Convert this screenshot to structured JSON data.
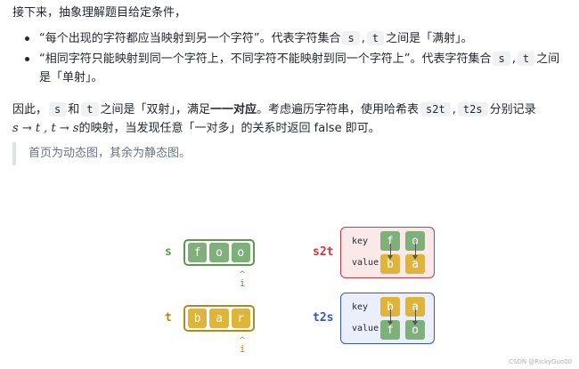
{
  "text": {
    "intro": "接下来，抽象理解题目给定条件，",
    "b1_part1": "“每个出现的字符都应当映射到另一个字符”。代表字符集合",
    "b1_s": "s",
    "b1_t": "t",
    "b1_part2": "之间是「满射」。",
    "b2_line1": "“相同字符只能映射到同一个字符上，不同字符不能映射到同一个字符上”。代表字符集合",
    "b2_s": "s",
    "b2_t": "t",
    "b2_tail": "之间",
    "b2_line2": "是「单射」。",
    "p_therefore": "因此，",
    "p_s": "s",
    "p_and": "和",
    "p_t": "t",
    "p_between": "之间是「双射」，满足",
    "p_bold": "一一对应",
    "p_rest": "。考虑遍历字符串，使用哈希表",
    "p_s2t": "s2t",
    "p_t2s": "t2s",
    "p_record": "分别记录",
    "p_math": "s → t , t → s",
    "p_line2": "的映射，当发现任意「一对多」的关系时返回 false 即可。",
    "quote": "首页为动态图，其余为静态图。",
    "watermark": "CSDN @RickyGuo00"
  },
  "figure": {
    "s_label": "s",
    "t_label": "t",
    "s_chars": [
      "f",
      "o",
      "o"
    ],
    "t_chars": [
      "b",
      "a",
      "r"
    ],
    "pointer_label": "i",
    "pointer_index": 2,
    "s2t": {
      "label": "s2t",
      "key_label": "key",
      "value_label": "value",
      "keys": [
        "f",
        "o"
      ],
      "values": [
        "b",
        "a"
      ]
    },
    "t2s": {
      "label": "t2s",
      "key_label": "key",
      "value_label": "value",
      "keys": [
        "b",
        "a"
      ],
      "values": [
        "f",
        "o"
      ]
    },
    "colors": {
      "green": "#7fb07a",
      "yellow": "#e0b43a",
      "s_color": "#5a9a4e",
      "t_color": "#b08a1e",
      "s2t_color": "#d0383a",
      "t2s_color": "#3658b8",
      "s2t_bg": "#fbe9e9",
      "t2s_bg": "#eaeffb"
    }
  }
}
